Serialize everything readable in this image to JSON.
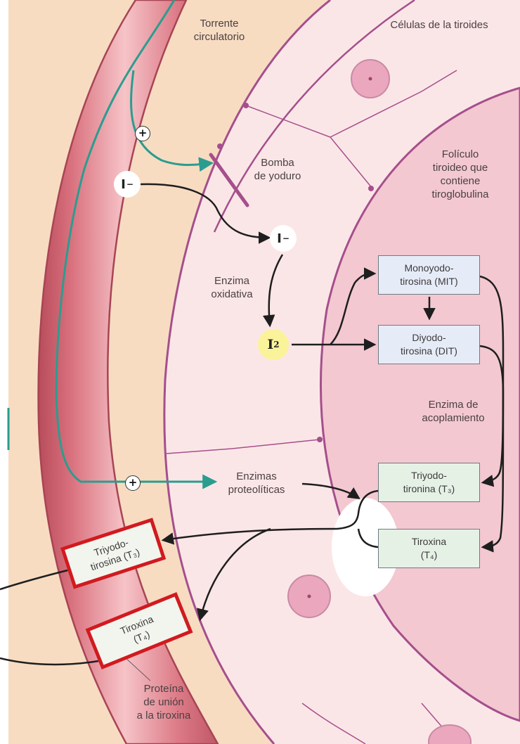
{
  "labels": {
    "bloodstream": "Torrente\ncirculatorio",
    "thyroid_cells": "Células de la tiroides",
    "iodide_pump": "Bomba\nde yoduro",
    "follicle": "Folículo\ntiroideo que\ncontiene\ntiroglobulina",
    "oxidative_enzyme": "Enzima\noxidativa",
    "coupling_enzyme": "Enzima de\nacoplamiento",
    "proteolytic_enzymes": "Enzimas\nproteolíticas",
    "binding_protein": "Proteína\nde unión\na la tiroxina"
  },
  "ions": {
    "iodide_base": "I",
    "iodide_charge": "−",
    "iodine_base": "I",
    "iodine_subscript": "2",
    "stimulus_sign": "+"
  },
  "boxes": {
    "mit": "Monoyodo-\ntirosina (MIT)",
    "dit": "Diyodo-\ntirosina (DIT)",
    "t3": "Triyodo-\ntironina (T₃)",
    "t4": "Tiroxina\n(T₄)"
  },
  "blood_boxes": {
    "t3": "Triyodo-\ntirosina (T₃)",
    "t4": "Tiroxina\n(T₄)"
  },
  "colors": {
    "vessel": "#d97882",
    "vessel_dark": "#b8505c",
    "cell_fill": "#fbe6e7",
    "follicle_fill": "#f3c8d1",
    "membrane": "#a54f8c",
    "stimulus_arrow": "#2a9d8f",
    "hormone_box_border": "#d11a1f",
    "iodine_fill": "#fbf39a",
    "outer_background": "#f7dcc2"
  }
}
